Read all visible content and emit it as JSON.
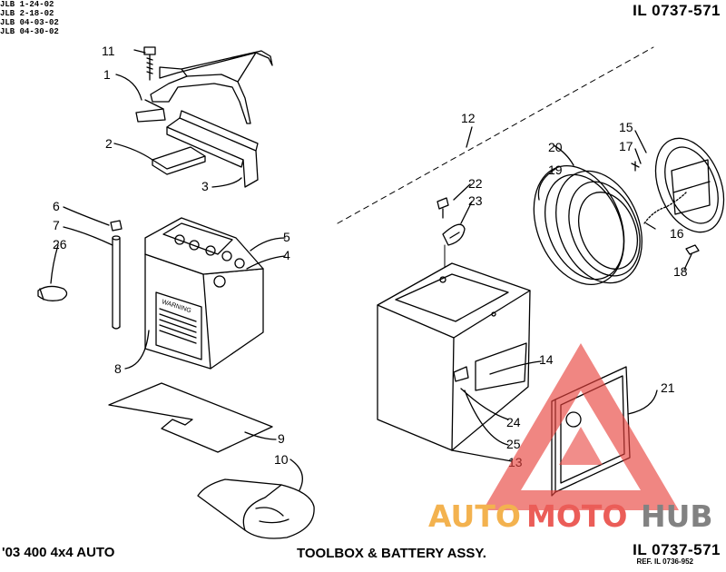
{
  "revisions": [
    "JLB 1-24-02",
    "JLB 2-18-02",
    "JLB 04-03-02",
    "JLB 04-30-02"
  ],
  "illustration_code": "IL 0737-571",
  "reference": "REF. IL 0736-952",
  "model": "'03 400 4x4 AUTO",
  "title": "TOOLBOX & BATTERY ASSY.",
  "callouts": {
    "c1": "1",
    "c2": "2",
    "c3": "3",
    "c4": "4",
    "c5": "5",
    "c6": "6",
    "c7": "7",
    "c8": "8",
    "c9": "9",
    "c10": "10",
    "c11": "11",
    "c12": "12",
    "c13": "13",
    "c14": "14",
    "c15": "15",
    "c16": "16",
    "c17": "17",
    "c18": "18",
    "c19": "19",
    "c20": "20",
    "c21": "21",
    "c22": "22",
    "c23": "23",
    "c24": "24",
    "c25": "25",
    "c26": "26"
  },
  "battery_label": "WARNING",
  "watermark": {
    "part1": "AUTO",
    "part2": "MOTO",
    "part3": "HUB",
    "color_red": "#e8413c",
    "color_orange": "#f2a531",
    "color_gray": "#6d6d6d"
  }
}
